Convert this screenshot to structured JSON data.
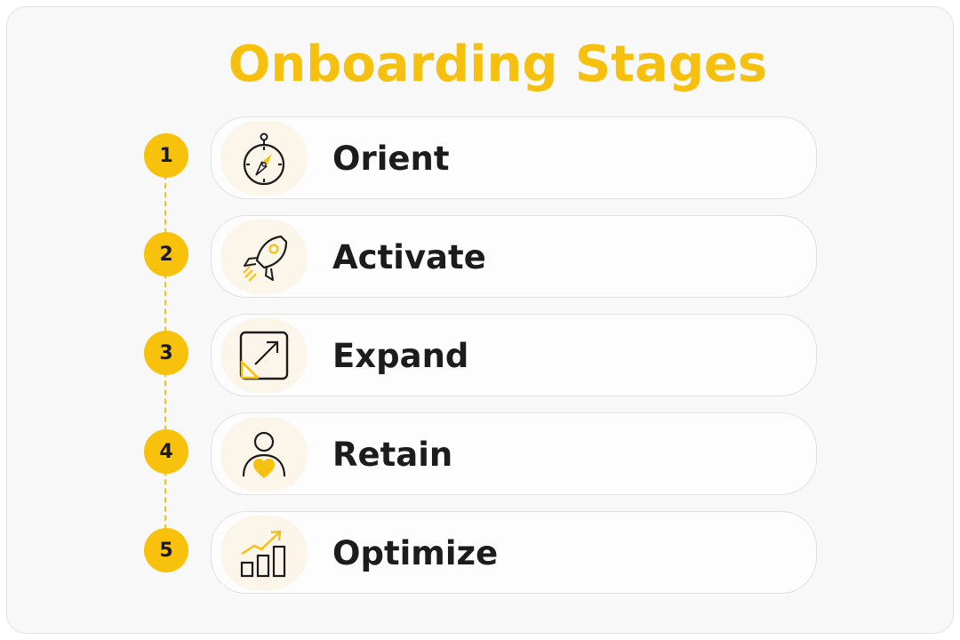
{
  "title": "Onboarding Stages",
  "accent_color": "#f6c00e",
  "stages": [
    {
      "number": "1",
      "label": "Orient",
      "icon": "compass-icon"
    },
    {
      "number": "2",
      "label": "Activate",
      "icon": "rocket-icon"
    },
    {
      "number": "3",
      "label": "Expand",
      "icon": "expand-arrow-icon"
    },
    {
      "number": "4",
      "label": "Retain",
      "icon": "user-heart-icon"
    },
    {
      "number": "5",
      "label": "Optimize",
      "icon": "growth-chart-icon"
    }
  ]
}
